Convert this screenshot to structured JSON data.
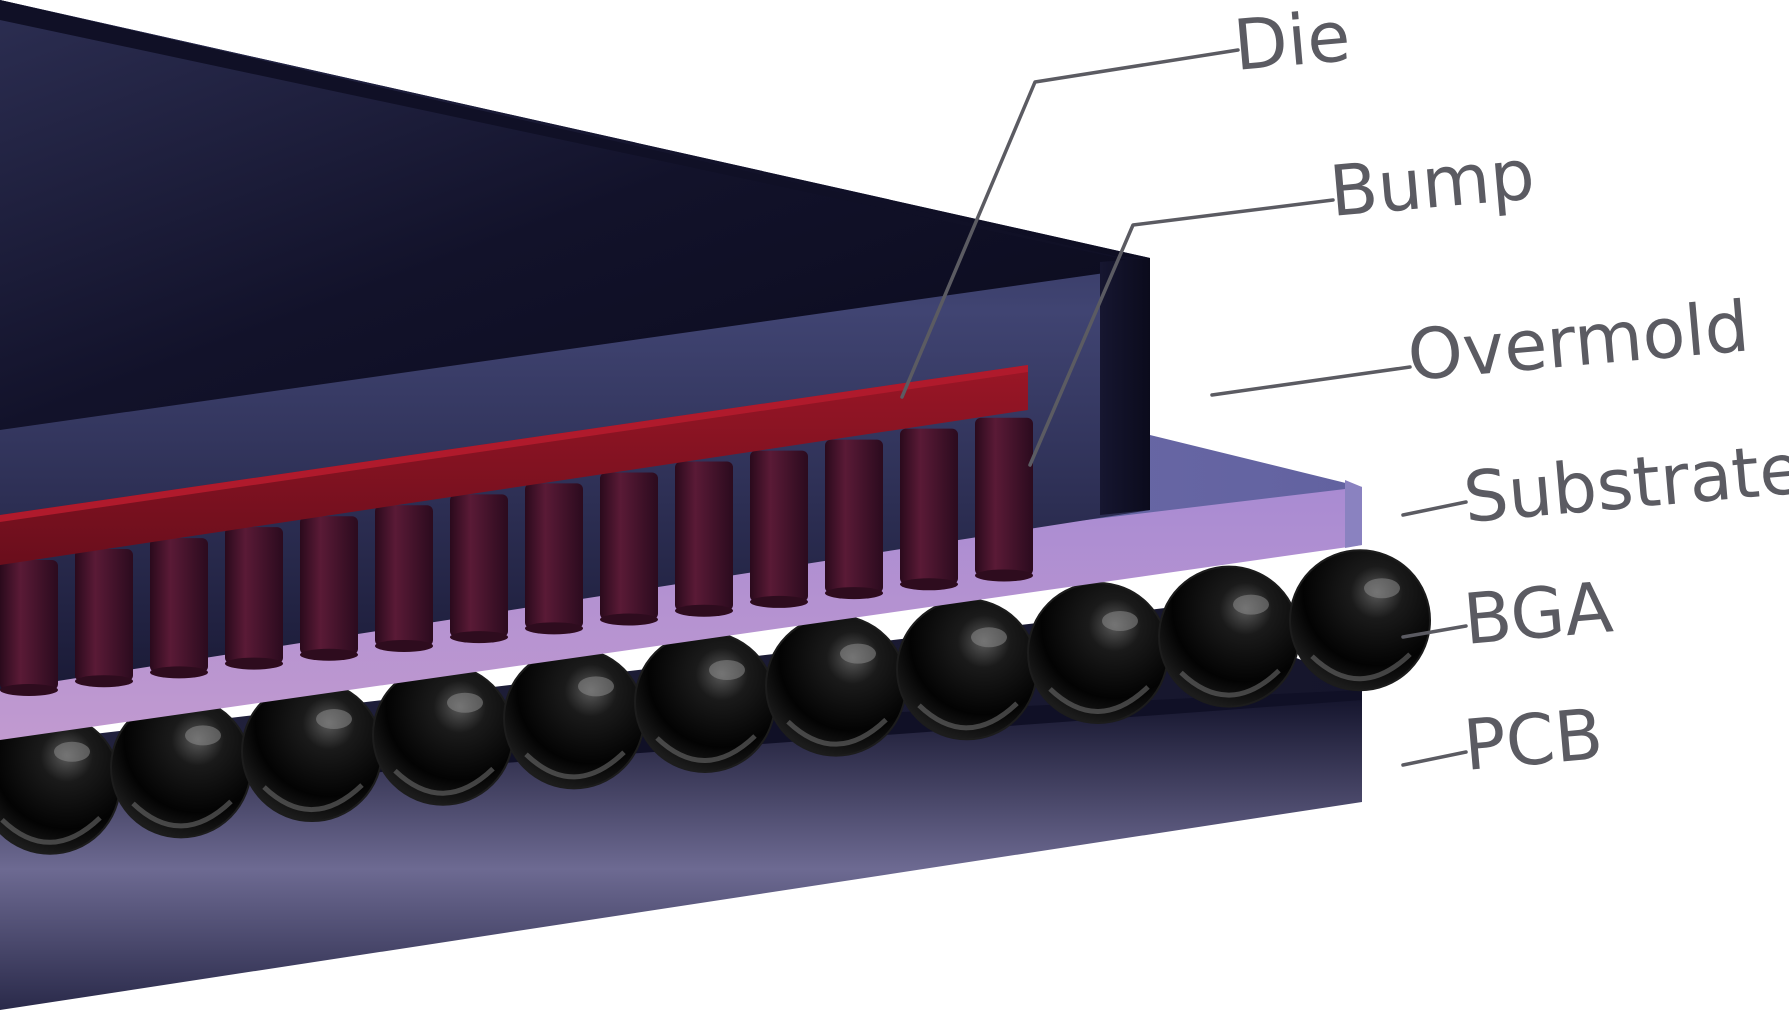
{
  "labels": {
    "die": "Die",
    "bump": "Bump",
    "overmold": "Overmold",
    "substrate": "Substrate",
    "bga": "BGA",
    "pcb": "PCB"
  },
  "colors": {
    "overmold_dark": "#0b0b1f",
    "overmold_light": "#3c4070",
    "die": "#8e1322",
    "bump": "#3a0f24",
    "substrate_top": "#6a6aa8",
    "substrate_front": "#b28fd0",
    "bga_ball": "#050505",
    "pcb_dark": "#15152e",
    "pcb_light": "#6b6890",
    "label_text": "#5b5b62"
  }
}
